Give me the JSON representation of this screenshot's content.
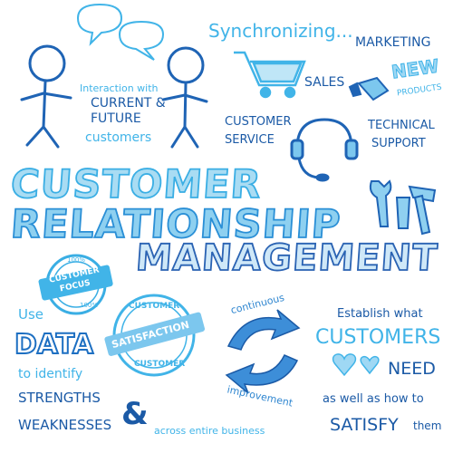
{
  "header": {
    "synchronizing": "Synchronizing...",
    "marketing": "MARKETING",
    "new": "NEW",
    "products": "PRODUCTS",
    "sales": "SALES"
  },
  "interaction": {
    "line1": "Interaction with",
    "line2": "CURRENT &",
    "line3": "FUTURE",
    "line4": "customers"
  },
  "services": {
    "customer": "CUSTOMER",
    "service": "SERVICE",
    "technical": "TECHNICAL",
    "support": "SUPPORT"
  },
  "title": {
    "line1": "CUSTOMER",
    "line2": "RELATIONSHIP",
    "line3": "MANAGEMENT"
  },
  "stamp_focus": {
    "top": "100%",
    "line1": "CUSTOMER",
    "line2": "FOCUS",
    "bottom": "100%"
  },
  "stamp_satisfaction": {
    "top": "CUSTOMER",
    "middle": "SATISFACTION",
    "bottom": "CUSTOMER"
  },
  "left_column": {
    "use": "Use",
    "data": "DATA",
    "to_identify": "to identify",
    "strengths": "STRENGTHS",
    "weaknesses": "WEAKNESSES",
    "ampersand": "&"
  },
  "cycle": {
    "continuous": "continuous",
    "improvement": "improvement"
  },
  "right_column": {
    "establish": "Establish what",
    "customers": "CUSTOMERS",
    "need": "NEED",
    "as_well": "as well as how to",
    "satisfy": "SATISFY",
    "them": "them"
  },
  "footer": {
    "across": "across entire business"
  },
  "colors": {
    "light_blue": "#41b4e8",
    "dark_blue": "#1b5aa6",
    "mid_blue": "#2f86d0",
    "background": "#ffffff"
  },
  "icons": [
    "speech-bubble-icon",
    "stick-figure-icon",
    "shopping-cart-icon",
    "megaphone-icon",
    "headset-icon",
    "tools-icon",
    "cycle-arrows-icon",
    "heart-icon",
    "stamp-icon"
  ]
}
